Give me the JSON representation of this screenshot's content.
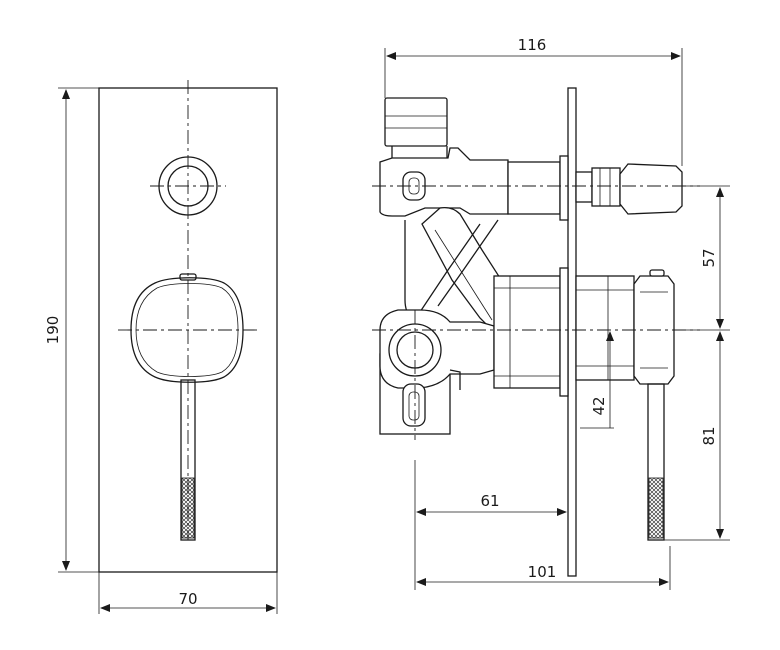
{
  "dimensions": {
    "front_height": "190",
    "front_width": "70",
    "side_total_width": "116",
    "handle_offset": "57",
    "spout_centre": "42",
    "body_depth": "61",
    "lever_drop": "81",
    "plate_depth": "101"
  },
  "colors": {
    "line": "#1a1a1a",
    "background": "#ffffff"
  }
}
